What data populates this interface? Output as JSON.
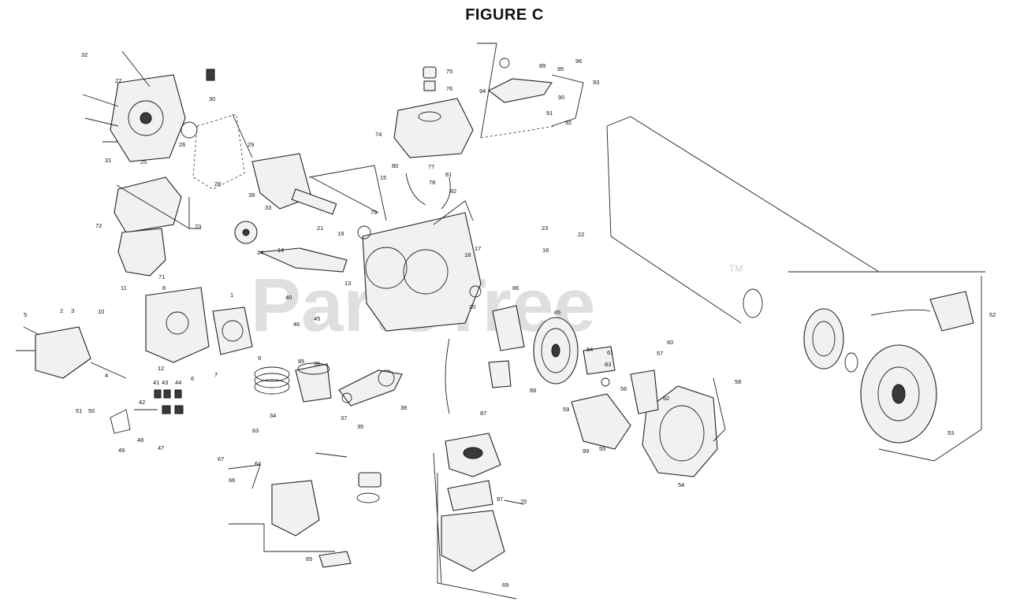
{
  "figure_title": "FIGURE C",
  "watermark": {
    "text": "PartsTree",
    "trademark": "TM"
  },
  "part_labels": [
    "32",
    "27",
    "30",
    "26",
    "31",
    "25",
    "29",
    "28",
    "73",
    "72",
    "71",
    "11",
    "8",
    "5",
    "2",
    "3",
    "10",
    "1",
    "4",
    "12",
    "6",
    "7",
    "39",
    "33",
    "15",
    "79",
    "14",
    "24",
    "40",
    "46",
    "45",
    "21",
    "19",
    "13",
    "20",
    "17",
    "18",
    "16",
    "23",
    "22",
    "47",
    "75",
    "76",
    "74",
    "80",
    "77",
    "78",
    "81",
    "82",
    "94",
    "89",
    "95",
    "96",
    "93",
    "90",
    "91",
    "92",
    "9",
    "85",
    "34",
    "36",
    "37",
    "35",
    "38",
    "41",
    "43",
    "42",
    "44",
    "49",
    "48",
    "51",
    "50",
    "86",
    "85",
    "84",
    "83",
    "87",
    "88",
    "63",
    "67",
    "64",
    "66",
    "65",
    "97",
    "70",
    "69",
    "61",
    "60",
    "57",
    "56",
    "62",
    "58",
    "59",
    "99",
    "55",
    "54",
    "53",
    "52"
  ]
}
